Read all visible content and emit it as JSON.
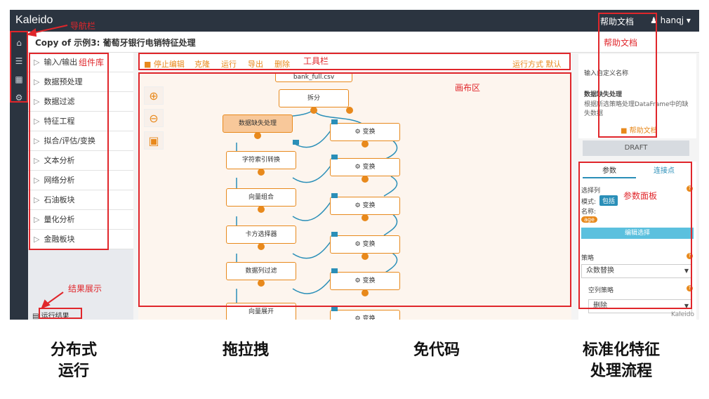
{
  "app": {
    "brand": "Kaleido",
    "help": "帮助文档",
    "user": "hanqj ▾",
    "title": "Copy of 示例3: 葡萄牙银行电销特征处理",
    "footer_brand": "Kaleido"
  },
  "nav_icons": [
    "home-icon",
    "list-icon",
    "table-icon",
    "gears-icon"
  ],
  "library": [
    "输入/输出",
    "数据预处理",
    "数据过滤",
    "特征工程",
    "拟合/评估/变换",
    "文本分析",
    "网络分析",
    "石油板块",
    "量化分析",
    "金融板块"
  ],
  "toolbar": {
    "stop_edit": "停止编辑",
    "clone": "克隆",
    "run": "运行",
    "export": "导出",
    "delete": "删除",
    "run_mode": "运行方式 默认"
  },
  "canvas": {
    "file_node": "bank_full.csv",
    "split_node": "拆分",
    "left_nodes": [
      "数据缺失处理",
      "字符索引转换",
      "向量组合",
      "卡方选择器",
      "数据列过滤",
      "向量展开"
    ],
    "transform_label": "变换"
  },
  "right_panel": {
    "input_name_label": "输入自定义名称",
    "node_title": "数据缺失处理",
    "node_desc": "根据所选策略处理DataFrame中的缺失数据",
    "help_doc": "帮助文档",
    "draft": "DRAFT",
    "tab_params": "参数",
    "tab_connect": "连接点",
    "select_col": "选择列",
    "mode_label": "模式:",
    "mode_value": "包括",
    "name_label": "名称:",
    "name_tag": "age",
    "edit_select": "编辑选择",
    "strategy": "策略",
    "strategy_value": "众数替换",
    "empty_strategy": "空列策略",
    "empty_strategy_value": "删除"
  },
  "results": {
    "label": "运行结果"
  },
  "annotations": {
    "navbar": "导航栏",
    "library": "组件库",
    "toolbar": "工具栏",
    "canvas": "画布区",
    "help": "帮助文档",
    "params": "参数面板",
    "results": "结果展示"
  },
  "captions": {
    "c1_line1": "分布式",
    "c1_line2": "运行",
    "c2": "拖拉拽",
    "c3": "免代码",
    "c4_line1": "标准化特征",
    "c4_line2": "处理流程"
  },
  "colors": {
    "accent": "#e8891c",
    "annotation": "#e0262b",
    "nav_bg": "#2b3440",
    "primary": "#2a8fb8"
  }
}
